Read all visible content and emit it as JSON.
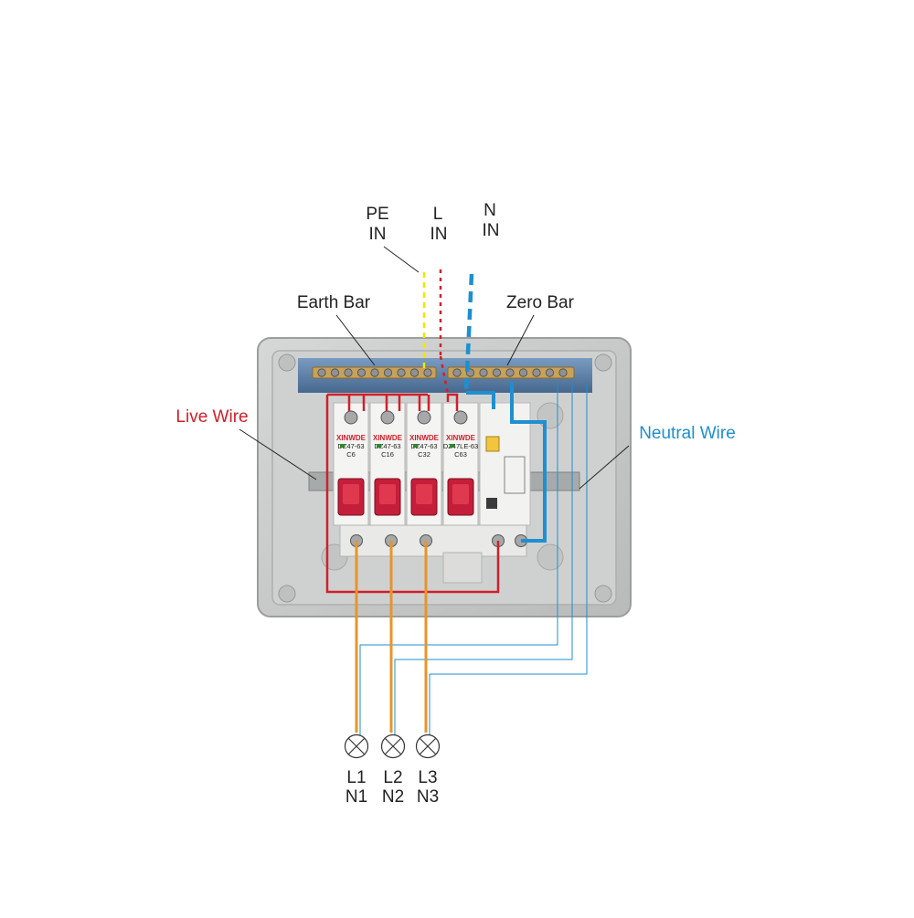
{
  "inputs": {
    "pe": {
      "line1": "PE",
      "line2": "IN"
    },
    "l": {
      "line1": "L",
      "line2": "IN"
    },
    "n": {
      "line1": "N",
      "line2": "IN"
    }
  },
  "callouts": {
    "earth_bar": "Earth Bar",
    "zero_bar": "Zero Bar",
    "live_wire": "Live Wire",
    "neutral_wire": "Neutral Wire"
  },
  "breakers": [
    {
      "brand": "XINWDE",
      "model": "DZ47-63",
      "rating": "C6"
    },
    {
      "brand": "XINWDE",
      "model": "DZ47-63",
      "rating": "C16"
    },
    {
      "brand": "XINWDE",
      "model": "DZ47-63",
      "rating": "C32"
    },
    {
      "brand": "XINWDE",
      "model": "DZ47LE-63",
      "rating": "C63"
    }
  ],
  "loads": [
    {
      "line": "L1",
      "neutral": "N1"
    },
    {
      "line": "L2",
      "neutral": "N2"
    },
    {
      "line": "L3",
      "neutral": "N3"
    }
  ],
  "colors": {
    "live": "#d0202a",
    "neutral": "#1e8fd0",
    "earth": "#f2e600",
    "load_wire": "#e8942a",
    "enclosure": "#c9cbcb",
    "din_rail": "#5b7fa6"
  }
}
